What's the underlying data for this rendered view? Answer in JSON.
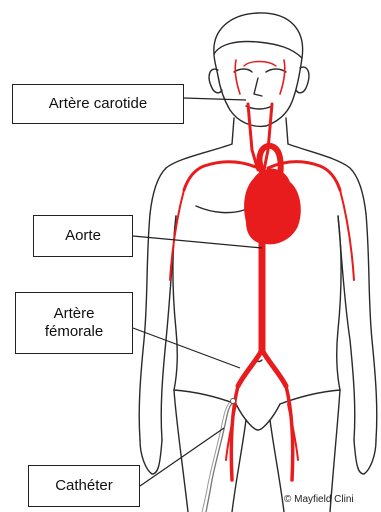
{
  "labels": {
    "carotid": "Artère carotide",
    "aorta": "Aorte",
    "femoral_line1": "Artère",
    "femoral_line2": "fémorale",
    "catheter": "Cathéter"
  },
  "copyright": "© Mayfield Clini",
  "colors": {
    "artery": "#e81c1c",
    "outline": "#2a2a2a",
    "label_border": "#222222",
    "background": "#ffffff"
  }
}
